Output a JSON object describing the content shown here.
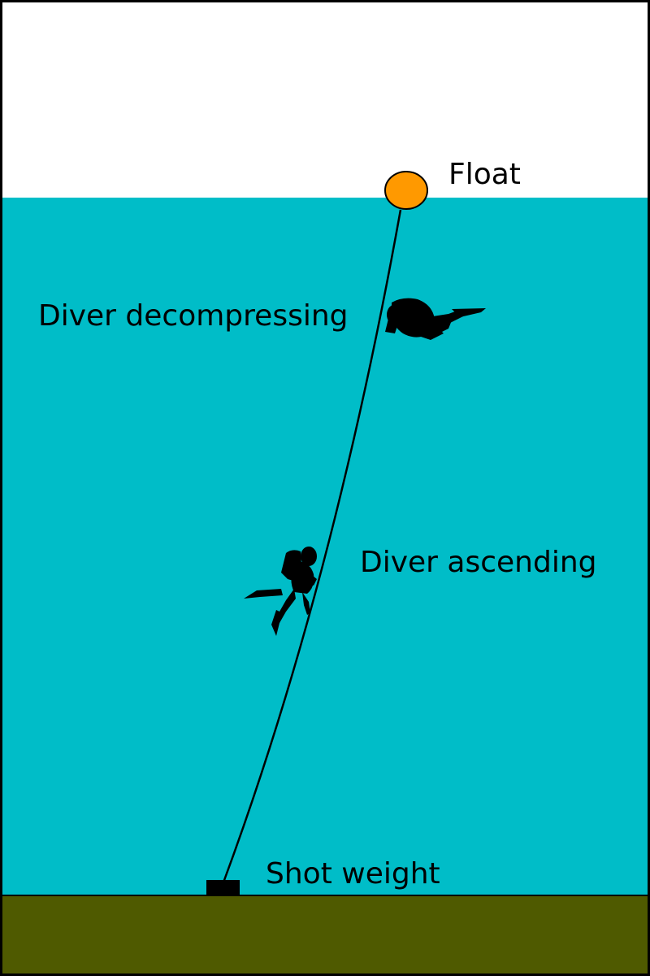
{
  "labels": {
    "float": "Float",
    "diver_decompressing": "Diver decompressing",
    "diver_ascending": "Diver ascending",
    "shot_weight": "Shot weight"
  },
  "colors": {
    "sky": "#ffffff",
    "water": "#00bdc8",
    "seabed": "#4f5a00",
    "float": "#ff9900",
    "line": "#000000",
    "diver": "#000000",
    "text": "#000000",
    "border": "#000000"
  },
  "icons": {
    "float": "float-buoy-icon",
    "diver_horizontal": "diver-silhouette-icon",
    "diver_vertical": "diver-silhouette-icon",
    "shot_weight": "shot-weight-block-icon"
  }
}
